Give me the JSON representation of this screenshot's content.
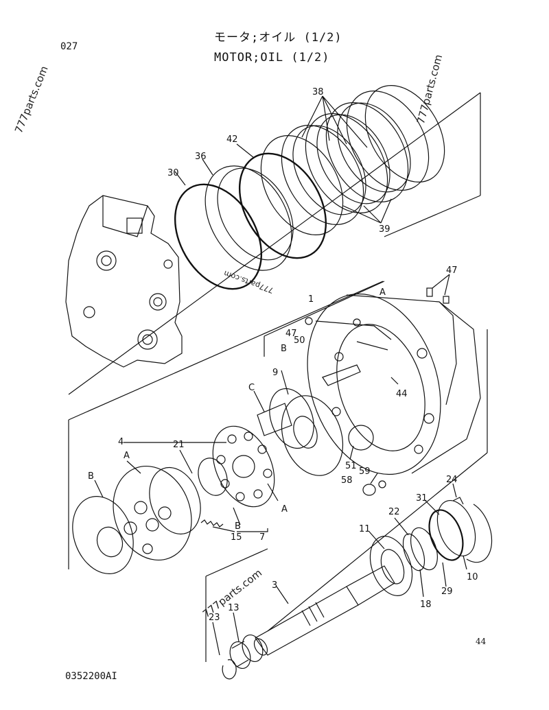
{
  "header": {
    "page_code": "027",
    "title_jp": "モータ;オイル (1/2)",
    "title_en": "MOTOR;OIL (1/2)"
  },
  "footer": {
    "page_number": "44",
    "drawing_number": "0352200AI"
  },
  "watermarks": [
    "777parts.com",
    "777parts.com",
    "777parts.com",
    "777parts.com"
  ],
  "callouts": {
    "p38": "38",
    "p42": "42",
    "p36": "36",
    "p30": "30",
    "p39": "39",
    "p47a": "47",
    "p47b": "47",
    "p1": "1",
    "pA1": "A",
    "p50": "50",
    "pB1": "B",
    "p9": "9",
    "pC": "C",
    "p44": "44",
    "p4": "4",
    "pA2": "A",
    "pB2": "B",
    "p21": "21",
    "p51": "51",
    "p59": "59",
    "p58": "58",
    "p24": "24",
    "pA3": "A",
    "pB3": "B",
    "p7": "7",
    "p15": "15",
    "p31": "31",
    "p22": "22",
    "p11": "11",
    "p10": "10",
    "p29": "29",
    "p18": "18",
    "p3": "3",
    "p13": "13",
    "p23": "23"
  }
}
